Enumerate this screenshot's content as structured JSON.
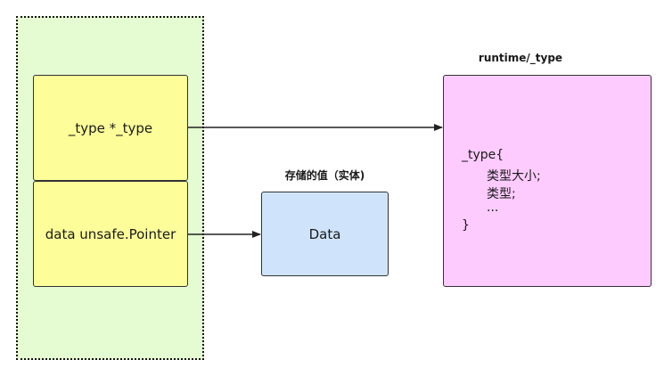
{
  "container": {
    "fields": [
      "_type *_type",
      "data unsafe.Pointer"
    ]
  },
  "data_box": {
    "caption": "存储的值（实体)",
    "label": "Data"
  },
  "type_box": {
    "caption": "runtime/_type",
    "lines": [
      "_type{",
      "类型大小;",
      "类型;",
      "...",
      "}"
    ]
  }
}
